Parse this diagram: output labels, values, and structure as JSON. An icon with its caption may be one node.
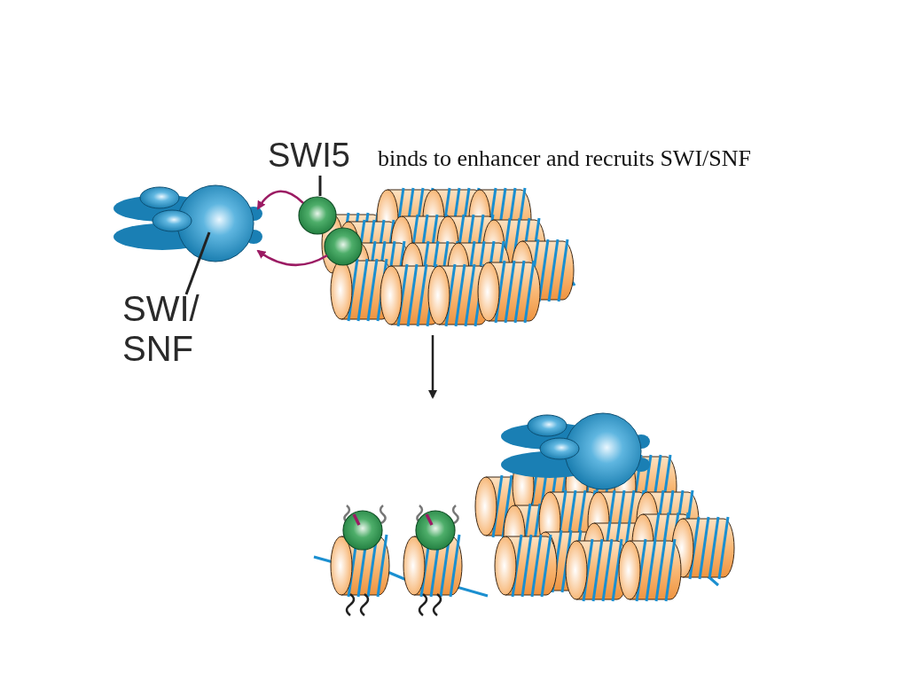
{
  "diagram": {
    "nodes": [
      {
        "text": [
          "SWI5"
        ]
      },
      {
        "text": [],
        "shape": "circle"
      },
      {
        "text": [],
        "shape": "circle",
        "in": 5
      },
      {
        "text": [],
        "shape": "picture"
      },
      {
        "text": [
          "SWI/ SNF"
        ]
      },
      {
        "text": [],
        "shape": "picture"
      },
      {
        "text": [],
        "shape": "picture"
      }
    ],
    "edges": [
      {
        "from": 0,
        "to": 1,
        "arrow": "none"
      },
      {
        "from": 4,
        "to": 3,
        "arrow": "none"
      },
      {
        "from": 1,
        "to": 3,
        "arrow": "to",
        "color": "#9b1b63"
      },
      {
        "from": 2,
        "to": 3,
        "arrow": "to",
        "color": "#9b1b63"
      },
      {
        "from": 5,
        "to": 6,
        "arrow": "to"
      }
    ],
    "labels": [
      "binds to enhancer and recruits SWI/SNF"
    ]
  }
}
